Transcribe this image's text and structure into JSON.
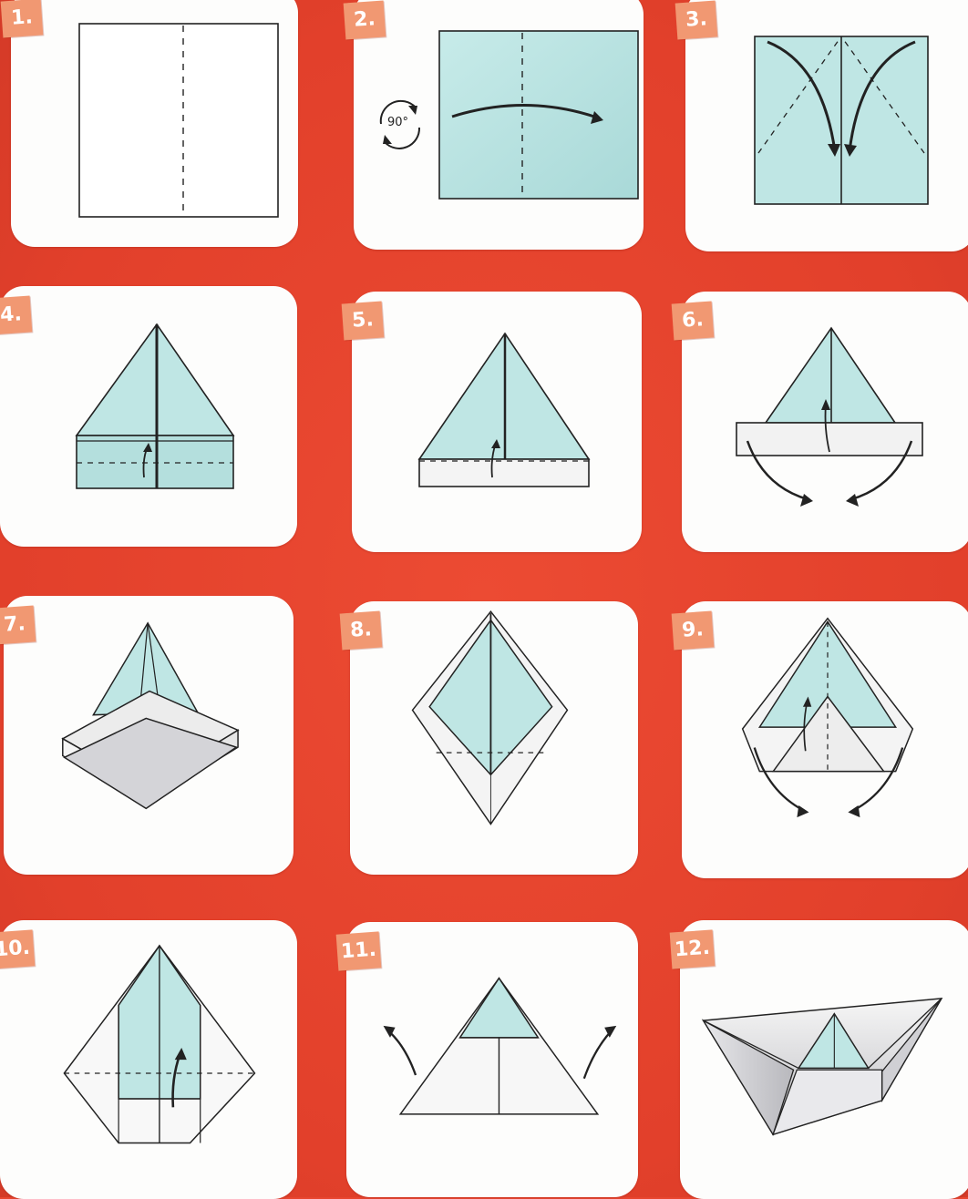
{
  "steps": [
    {
      "number": "1."
    },
    {
      "number": "2.",
      "rotation_label": "90°"
    },
    {
      "number": "3."
    },
    {
      "number": "4."
    },
    {
      "number": "5."
    },
    {
      "number": "6."
    },
    {
      "number": "7."
    },
    {
      "number": "8."
    },
    {
      "number": "9."
    },
    {
      "number": "10."
    },
    {
      "number": "11."
    },
    {
      "number": "12."
    }
  ],
  "colors": {
    "background": "#e8452f",
    "card": "#fdfdfc",
    "badge": "#f19872",
    "paper_blue": "#bfe6e4",
    "paper_white": "#f4f4f4",
    "line": "#222222"
  }
}
